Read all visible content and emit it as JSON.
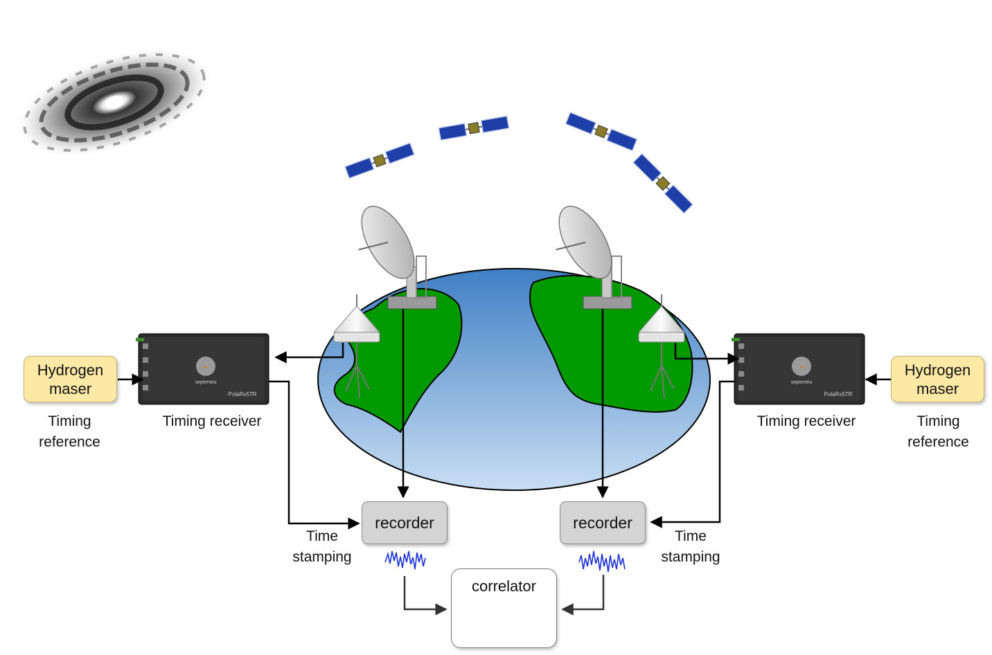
{
  "left": {
    "maser": "Hydrogen maser",
    "timing_reference": "Timing reference",
    "timing_receiver": "Timing receiver",
    "device_brand": "septentrio",
    "device_model": "PolaRx5TR",
    "time_stamping": "Time stamping",
    "recorder": "recorder"
  },
  "right": {
    "maser": "Hydrogen maser",
    "timing_reference": "Timing reference",
    "timing_receiver": "Timing receiver",
    "device_brand": "septentrio",
    "device_model": "PolaRx5TR",
    "time_stamping": "Time stamping",
    "recorder": "recorder"
  },
  "correlator": "correlator",
  "colors": {
    "maser_fill": "#fce9a6",
    "recorder_fill": "#d4d4d4",
    "land": "#009900",
    "ocean": "#5b8fc9",
    "signal": "#1a2fd6",
    "solar_panel": "#1f3fa8"
  },
  "icons": [
    "galaxy-image",
    "satellite-icon",
    "radio-telescope-icon",
    "gnss-antenna-icon",
    "timing-receiver-device"
  ]
}
